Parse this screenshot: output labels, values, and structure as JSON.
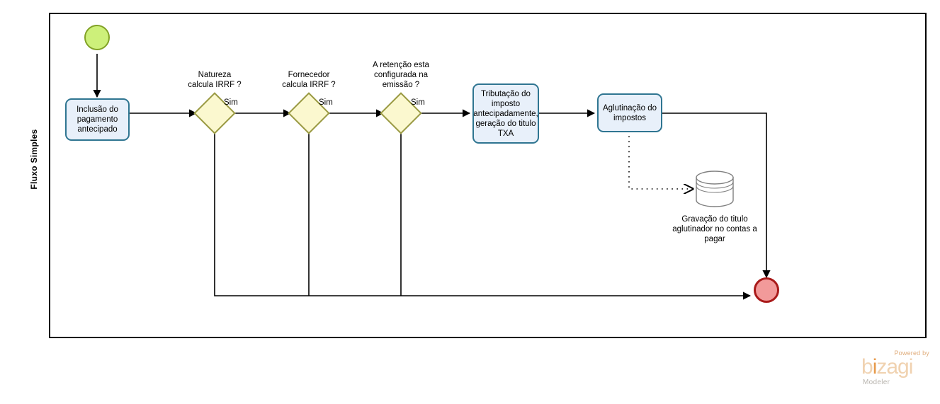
{
  "pool": {
    "lane_label": "Fluxo Simples"
  },
  "nodes": {
    "start_event": {
      "name": "start-event",
      "label": ""
    },
    "task_inclusao": {
      "label": "Inclusão do pagamento antecipado"
    },
    "gateway_natureza": {
      "label": "Natureza\ncalcula IRRF ?"
    },
    "gateway_fornecedor": {
      "label": "Fornecedor\ncalcula IRRF ?"
    },
    "gateway_retencao": {
      "label": "A retenção esta\nconfigurada na\nemissão ?"
    },
    "task_tributacao": {
      "label": "Tributação do imposto antecipadamente, geração do titulo TXA"
    },
    "task_aglutinacao": {
      "label": "Aglutinação do impostos"
    },
    "datastore_gravacao": {
      "label": "Gravação do titulo aglutinador no contas a pagar"
    },
    "end_event": {
      "label": ""
    }
  },
  "flow_labels": {
    "sim_1": "Sim",
    "sim_2": "Sim",
    "sim_3": "Sim"
  },
  "logo": {
    "powered_by": "Powered by",
    "brand_pre": "b",
    "brand_i": "i",
    "brand_post": "zagi",
    "product": "Modeler"
  },
  "colors": {
    "start_fill": "#cdf07a",
    "start_stroke": "#82a227",
    "end_fill": "#f29a9a",
    "end_stroke": "#a91a1a",
    "task_fill": "#e8f0fa",
    "task_stroke": "#2f7591",
    "gateway_fill": "#fbf8cf",
    "gateway_stroke": "#9a9a44",
    "flow_stroke": "#000000",
    "datastore_stroke": "#808080",
    "brand_orange": "#e79a4a"
  }
}
